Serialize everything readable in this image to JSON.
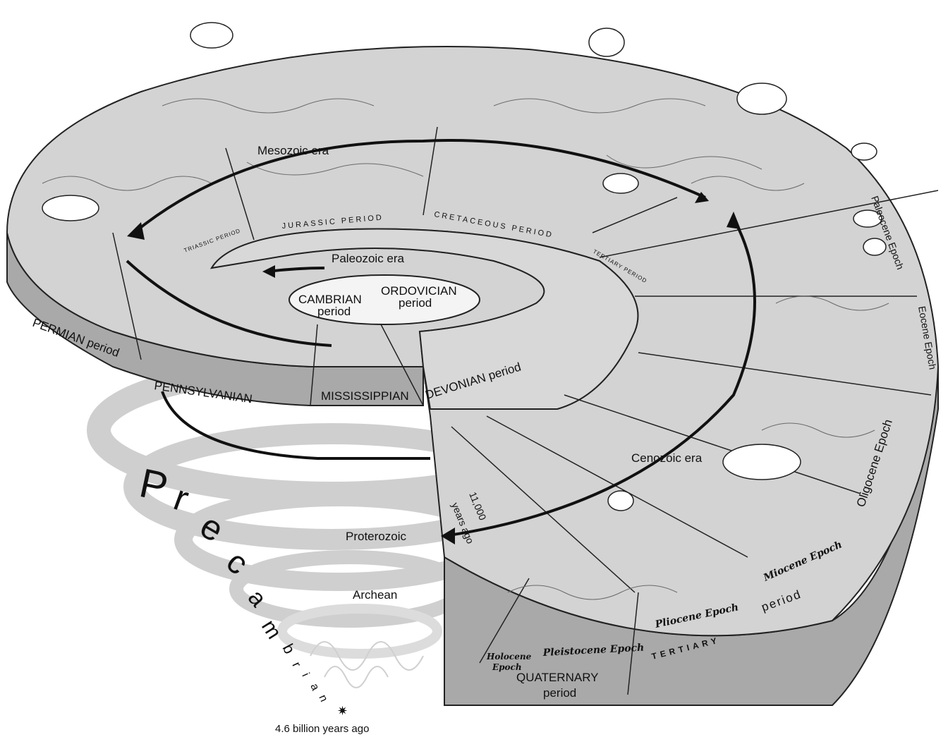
{
  "eras": {
    "paleozoic": "Paleozoic era",
    "mesozoic": "Mesozoic era",
    "cenozoic": "Cenozoic era",
    "proterozoic": "Proterozoic",
    "archean": "Archean"
  },
  "periods": {
    "cambrian": [
      "CAMBRIAN",
      "period"
    ],
    "ordovician": [
      "ORDOVICIAN",
      "period"
    ],
    "devonian": "DEVONIAN period",
    "mississippian": "MISSISSIPPIAN",
    "pennsylvanian": "PENNSYLVANIAN",
    "permian": "PERMIAN period",
    "triassic": "TRIASSIC PERIOD",
    "jurassic": "JURASSIC PERIOD",
    "cretaceous": "CRETACEOUS PERIOD",
    "tertiary_band": "TERTIARY PERIOD",
    "quaternary": [
      "QUATERNARY",
      "period"
    ],
    "tertiary": [
      "TERTIARY",
      "period"
    ]
  },
  "epochs": {
    "paleocene": "Paleocene Epoch",
    "eocene": "Eocene Epoch",
    "oligocene": "Oligocene Epoch",
    "miocene": "Miocene Epoch",
    "pliocene": "Pliocene Epoch",
    "pleistocene": "Pleistocene Epoch",
    "holocene": [
      "Holocene",
      "Epoch"
    ]
  },
  "precambrian": {
    "letters": [
      "P",
      "r",
      "e",
      "c",
      "a",
      "m",
      "b",
      "r",
      "i",
      "a",
      "n"
    ],
    "start_label": "4.6 billion years ago"
  },
  "recent": {
    "years": "11,000",
    "years_ago": "years ago"
  }
}
